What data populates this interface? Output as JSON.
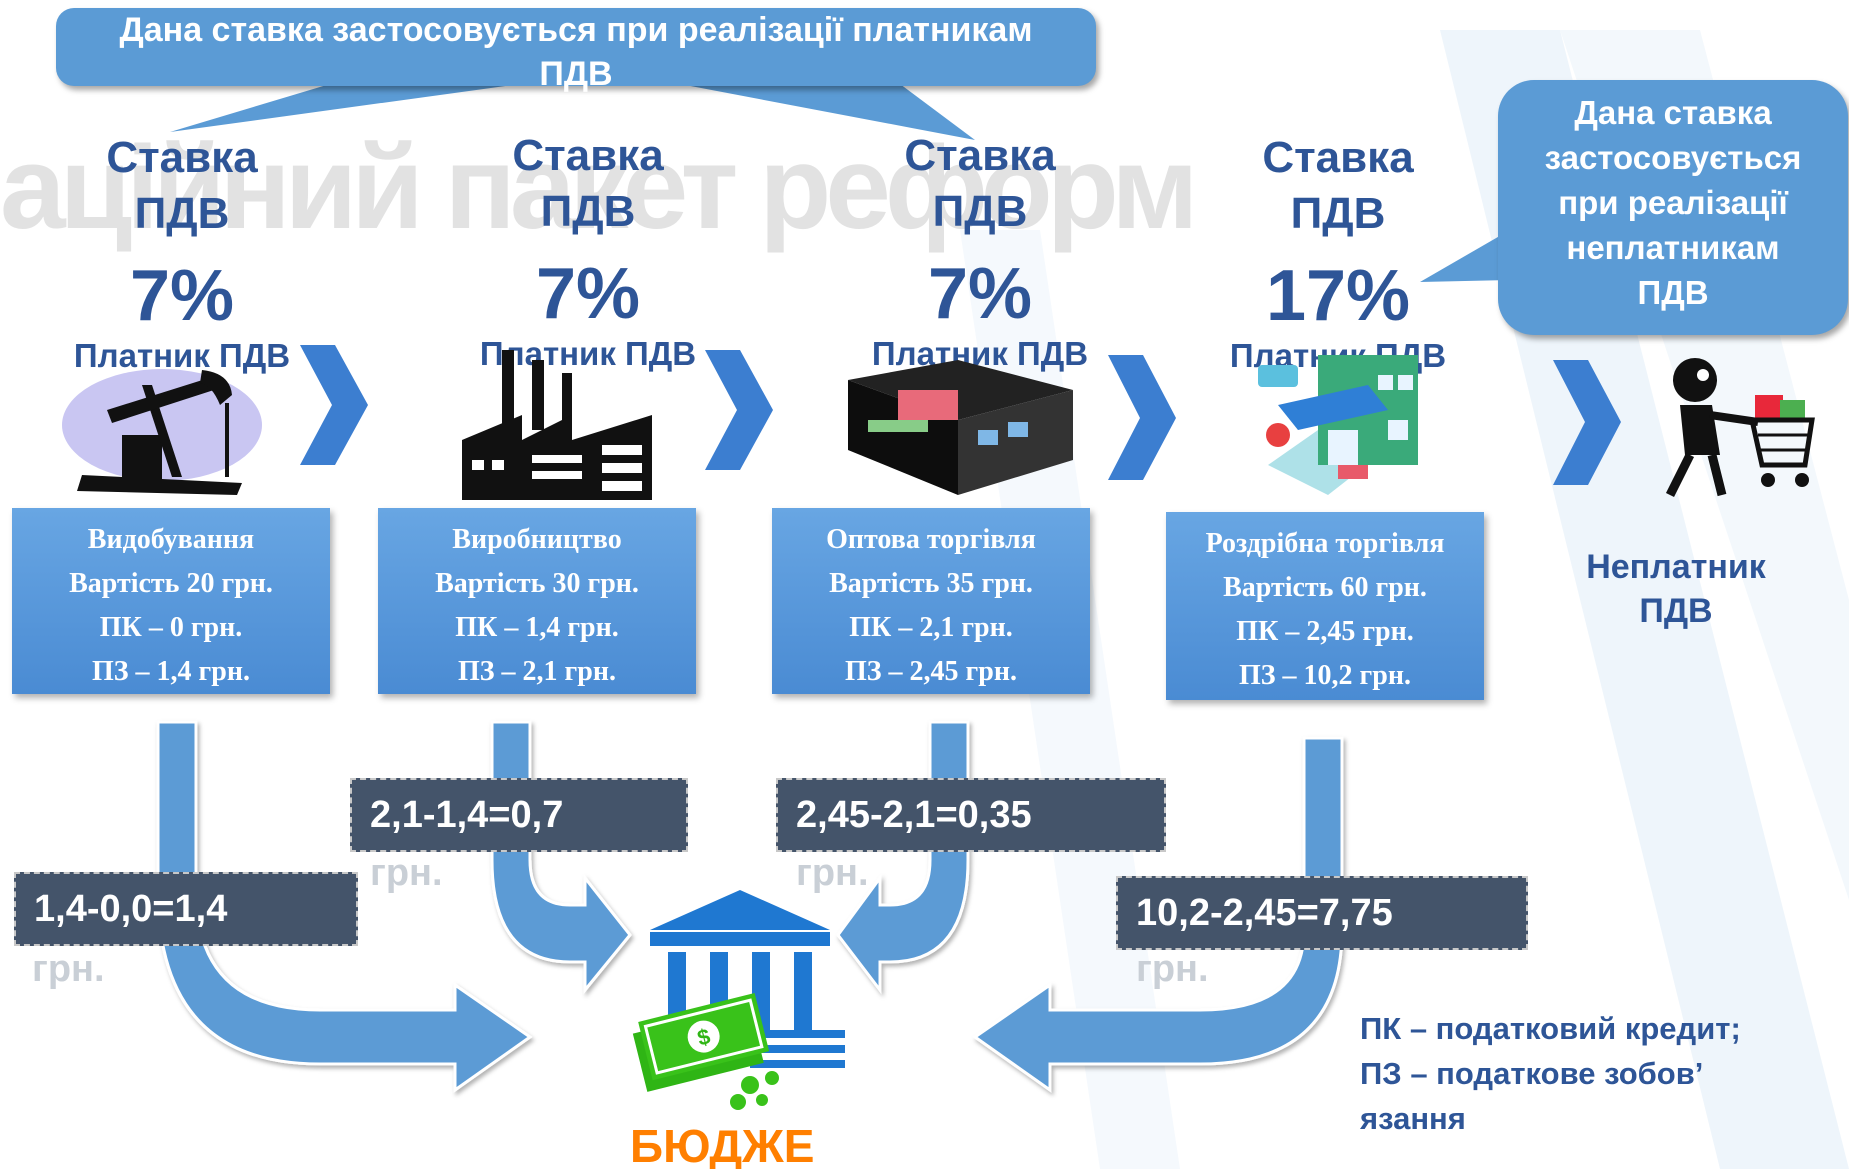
{
  "watermark_text": "аційний пакет реформ",
  "callout_top": [
    "Дана ставка застосовується при реалізації платникам",
    "ПДВ"
  ],
  "callout_right": [
    "Дана ставка",
    "застосовується",
    "при реалізації",
    "неплатникам",
    "ПДВ"
  ],
  "rates": [
    {
      "label1": "Ставка",
      "label2": "ПДВ",
      "percent": "7%",
      "payer": "Платник ПДВ"
    },
    {
      "label1": "Ставка",
      "label2": "ПДВ",
      "percent": "7%",
      "payer": "Платник ПДВ"
    },
    {
      "label1": "Ставка",
      "label2": "ПДВ",
      "percent": "7%",
      "payer": "Платник ПДВ"
    },
    {
      "label1": "Ставка",
      "label2": "ПДВ",
      "percent": "17%",
      "payer": "Платник ПДВ"
    }
  ],
  "stages": [
    {
      "name": "Видобування",
      "cost": "Вартість 20 грн.",
      "pk": "ПК – 0 грн.",
      "pz": "ПЗ – 1,4 грн."
    },
    {
      "name": "Виробництво",
      "cost": "Вартість 30 грн.",
      "pk": "ПК – 1,4 грн.",
      "pz": "ПЗ – 2,1 грн."
    },
    {
      "name": "Оптова торгівля",
      "cost": "Вартість 35 грн.",
      "pk": "ПК – 2,1 грн.",
      "pz": "ПЗ – 2,45 грн."
    },
    {
      "name": "Роздрібна торгівля",
      "cost": "Вартість 60 грн.",
      "pk": "ПК – 2,45 грн.",
      "pz": "ПЗ – 10,2 грн."
    }
  ],
  "equations": [
    {
      "text": "1,4-0,0=1,4",
      "unit": "грн."
    },
    {
      "text": "2,1-1,4=0,7",
      "unit": "грн."
    },
    {
      "text": "2,45-2,1=0,35",
      "unit": "грн."
    },
    {
      "text": "10,2-2,45=7,75",
      "unit": "грн."
    }
  ],
  "nonpayer": [
    "Неплатник",
    "ПДВ"
  ],
  "legend": [
    "ПК – податковий кредит;",
    "ПЗ – податкове зобов’",
    "язання"
  ],
  "budget_label": "БЮДЖЕ",
  "colors": {
    "callout": "#5b9bd5",
    "title_blue": "#2e5597",
    "equation_box": "#44546a",
    "chevron": "#3c7ed0",
    "flow_arrow": "#5b9bd5",
    "budget": "#ff7f00",
    "money": "#39c21a"
  },
  "icons": [
    "oil-pump-icon",
    "factory-icon",
    "warehouse-icon",
    "shop-icon",
    "shopper-cart-icon",
    "bank-money-icon"
  ]
}
